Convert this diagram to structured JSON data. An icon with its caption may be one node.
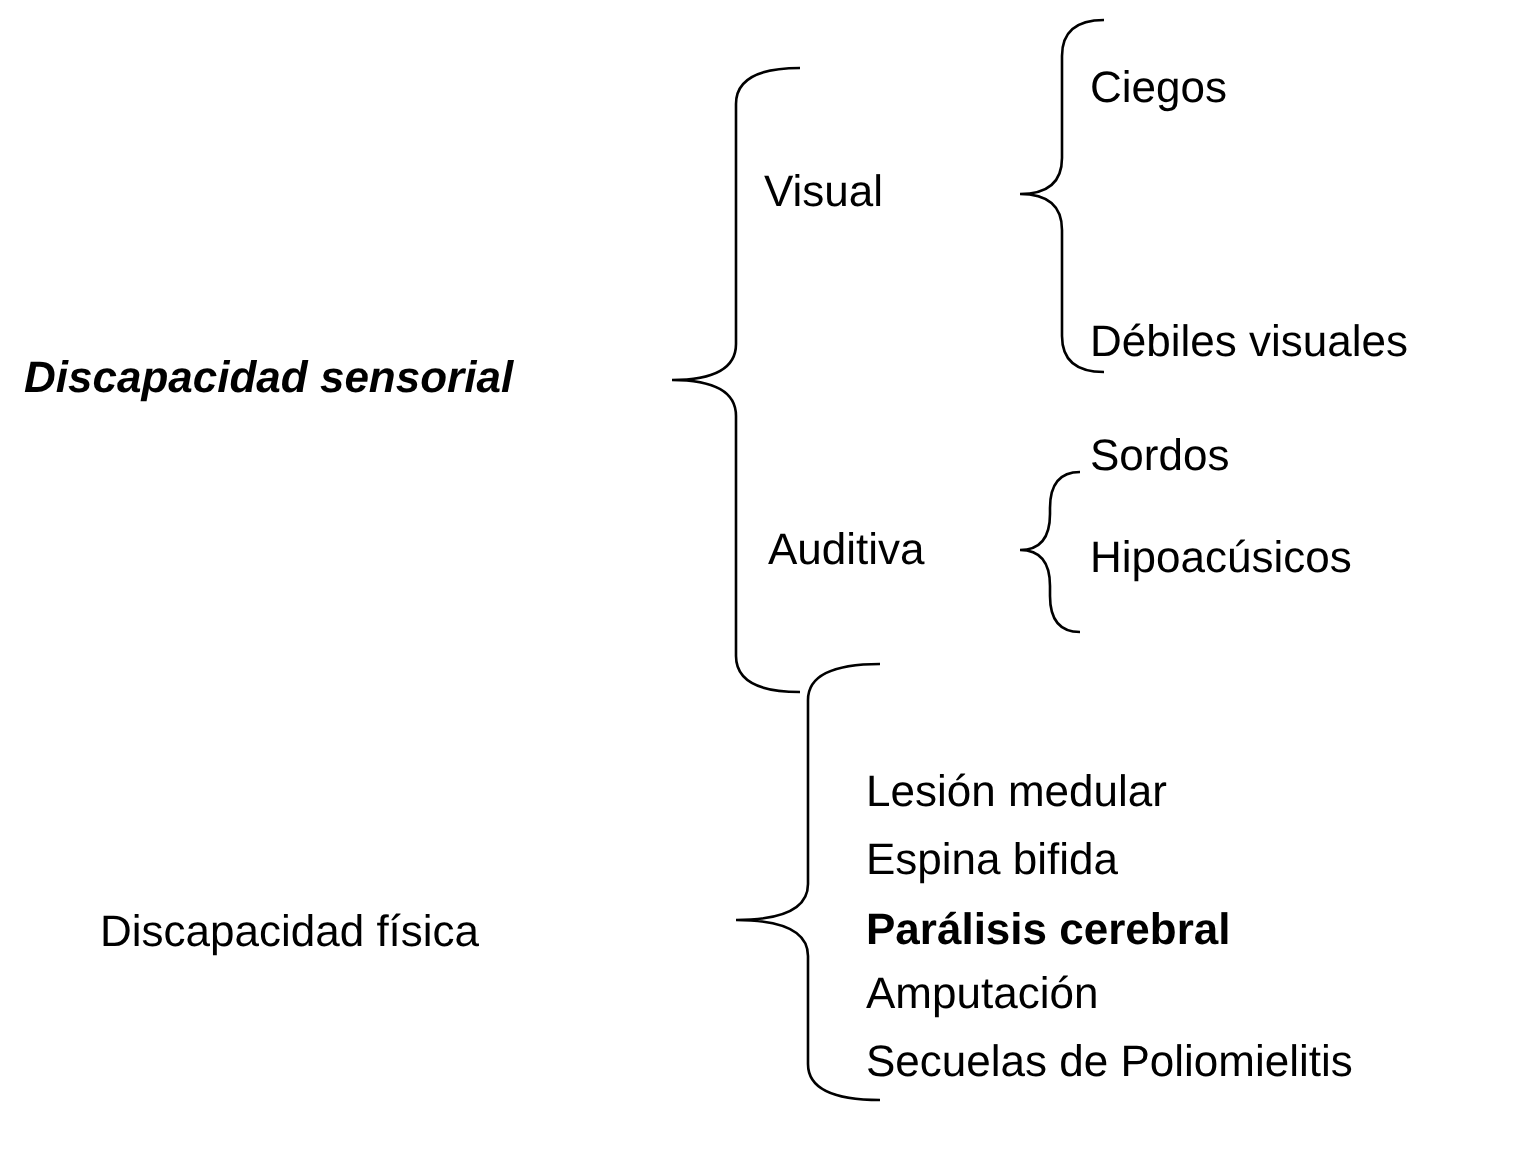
{
  "diagram": {
    "labels": [
      "Discapacidad sensorial",
      "Visual",
      "Ciegos",
      "Débiles visuales",
      "Auditiva",
      "Sordos",
      "Hipoacúsicos",
      "Discapacidad física",
      "Lesión medular",
      "Espina bifida",
      "Parálisis cerebral",
      "Amputación",
      "Secuelas de Poliomielitis"
    ]
  }
}
